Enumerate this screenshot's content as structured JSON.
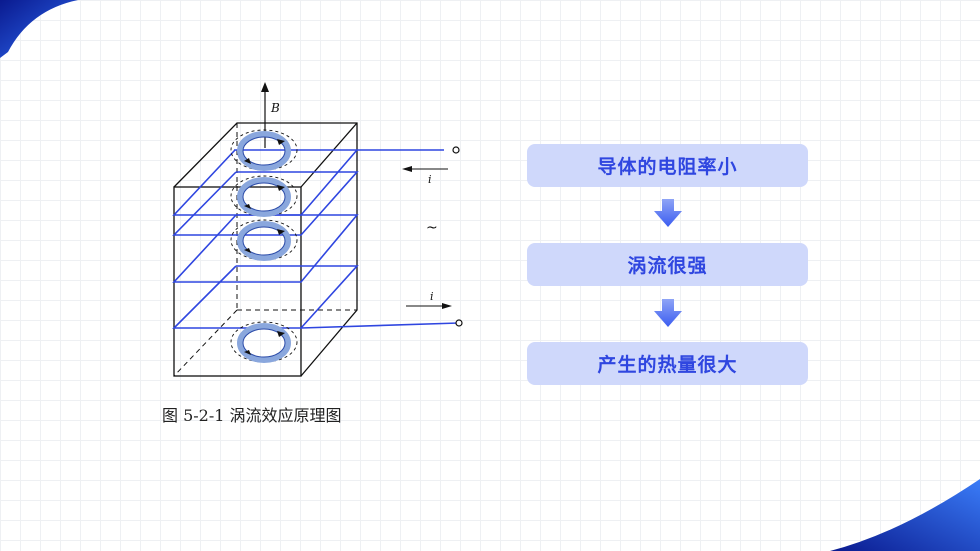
{
  "diagram": {
    "label_b": "B",
    "label_i_top": "i",
    "label_i_bottom": "i",
    "label_tilde": "~"
  },
  "caption": "图 5-2-1 涡流效应原理图",
  "flow": {
    "steps": [
      "导体的电阻率小",
      "涡流很强",
      "产生的热量很大"
    ]
  },
  "colors": {
    "accent_blue": "#2f46e0",
    "box_fill": "#cfd8fb",
    "arrow_blue": "#3b5cf0",
    "corner_dark": "#0b1f9e"
  }
}
